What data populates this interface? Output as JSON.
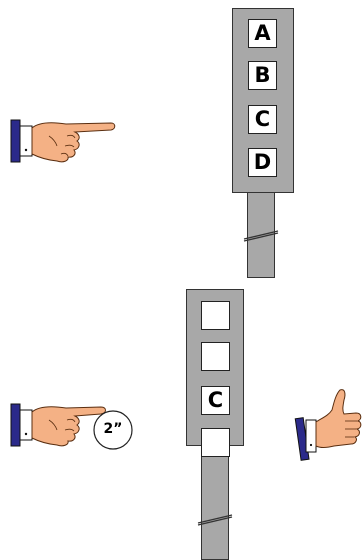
{
  "scene1": {
    "slots": [
      {
        "label": "A"
      },
      {
        "label": "B"
      },
      {
        "label": "C"
      },
      {
        "label": "D"
      }
    ]
  },
  "scene2": {
    "slots": [
      {
        "label": ""
      },
      {
        "label": ""
      },
      {
        "label": "C"
      },
      {
        "label": ""
      }
    ],
    "fingertip_badge": "2”"
  },
  "icons": {
    "pointing_hand": "pointing-hand-icon",
    "thumbs_up": "thumbs-up-icon"
  },
  "colors": {
    "panel_gray": "#a8a8a8",
    "skin": "#f4b185",
    "cuff": "#2b2a8a"
  }
}
